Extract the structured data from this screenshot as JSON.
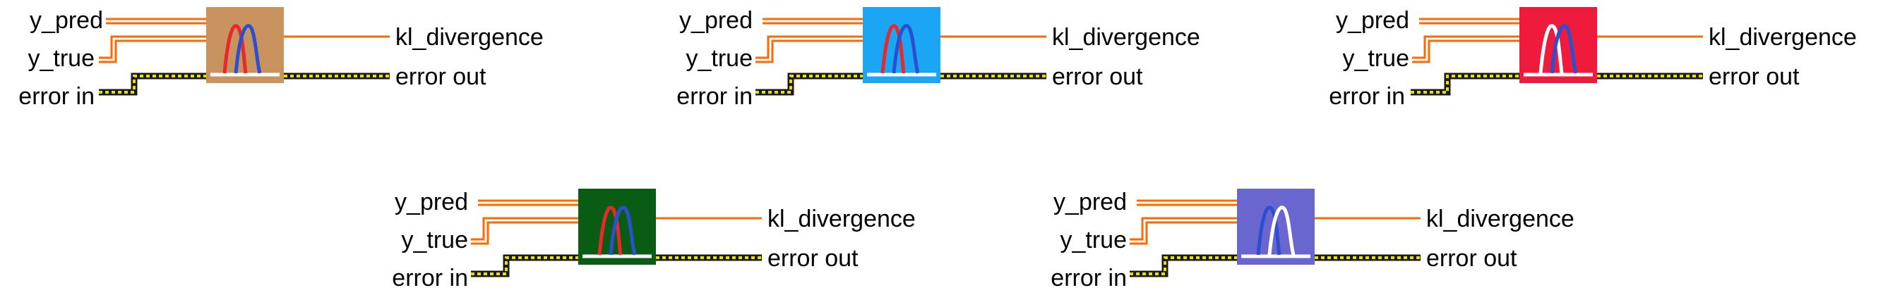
{
  "colors": {
    "wire_numeric": "#ff6a00",
    "wire_error_base": "#1a1a1a",
    "wire_error_dash": "#e8e000",
    "white": "#ffffff",
    "red_curve": "#e8282b",
    "blue_curve": "#2c4fcf"
  },
  "vis": [
    {
      "name": "kl-divergence-vi-1",
      "bg": "#c8935e",
      "curve_a": "#e8282b",
      "curve_b": "#2c4fcf",
      "inputs": {
        "y_pred": "y_pred",
        "y_true": "y_true",
        "error_in": "error in"
      },
      "outputs": {
        "kl_divergence": "kl_divergence",
        "error_out": "error out"
      }
    },
    {
      "name": "kl-divergence-vi-2",
      "bg": "#1aa6f5",
      "curve_a": "#e8282b",
      "curve_b": "#2c4fcf",
      "inputs": {
        "y_pred": "y_pred",
        "y_true": "y_true",
        "error_in": "error in"
      },
      "outputs": {
        "kl_divergence": "kl_divergence",
        "error_out": "error out"
      }
    },
    {
      "name": "kl-divergence-vi-3",
      "bg": "#ee1b3d",
      "curve_a": "#ffffff",
      "curve_b": "#2c4fcf",
      "inputs": {
        "y_pred": "y_pred",
        "y_true": "y_true",
        "error_in": "error in"
      },
      "outputs": {
        "kl_divergence": "kl_divergence",
        "error_out": "error out"
      }
    },
    {
      "name": "kl-divergence-vi-4",
      "bg": "#0a5c14",
      "curve_a": "#e8282b",
      "curve_b": "#2c4fcf",
      "inputs": {
        "y_pred": "y_pred",
        "y_true": "y_true",
        "error_in": "error in"
      },
      "outputs": {
        "kl_divergence": "kl_divergence",
        "error_out": "error out"
      }
    },
    {
      "name": "kl-divergence-vi-5",
      "bg": "#6a66d0",
      "curve_a": "#2c4fcf",
      "curve_b": "#ffffff",
      "inputs": {
        "y_pred": "y_pred",
        "y_true": "y_true",
        "error_in": "error in"
      },
      "outputs": {
        "kl_divergence": "kl_divergence",
        "error_out": "error out"
      }
    }
  ]
}
